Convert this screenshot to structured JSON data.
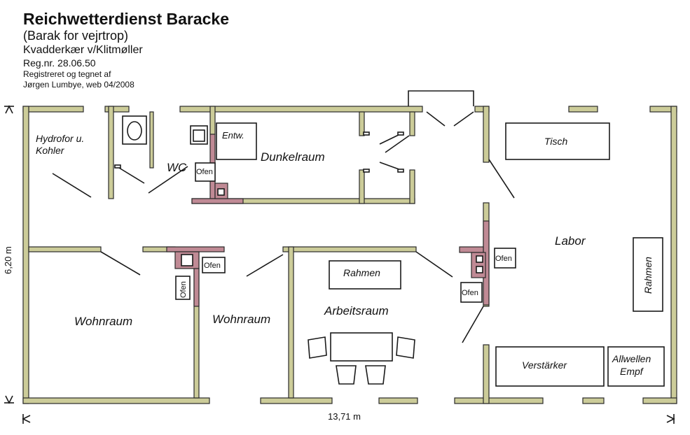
{
  "header": {
    "title": "Reichwetterdienst Baracke",
    "subtitle": "(Barak for vejrtrop)",
    "location": "Kvadderkær v/Klitmøller",
    "reg_nr": "Reg.nr. 28.06.50",
    "registered": "Registreret og tegnet af",
    "author": "Jørgen Lumbye, web 04/2008"
  },
  "rooms": {
    "hydrofor_line1": "Hydrofor u.",
    "hydrofor_line2": "Kohler",
    "wc": "WC",
    "entw": "Entw.",
    "dunkelraum": "Dunkelraum",
    "tisch": "Tisch",
    "labor": "Labor",
    "rahmen_right": "Rahmen",
    "wohnraum_left": "Wohnraum",
    "wohnraum_mid": "Wohnraum",
    "rahmen_center": "Rahmen",
    "arbeitsraum": "Arbeitsraum",
    "verstaerker": "Verstärker",
    "allwellen_line1": "Allwellen",
    "allwellen_line2": "Empf"
  },
  "ofen_label": "Ofen",
  "dimensions": {
    "height": "6,20 m",
    "width": "13,71 m"
  },
  "colors": {
    "wall": "#cccc99",
    "chimney": "#c08a95"
  }
}
